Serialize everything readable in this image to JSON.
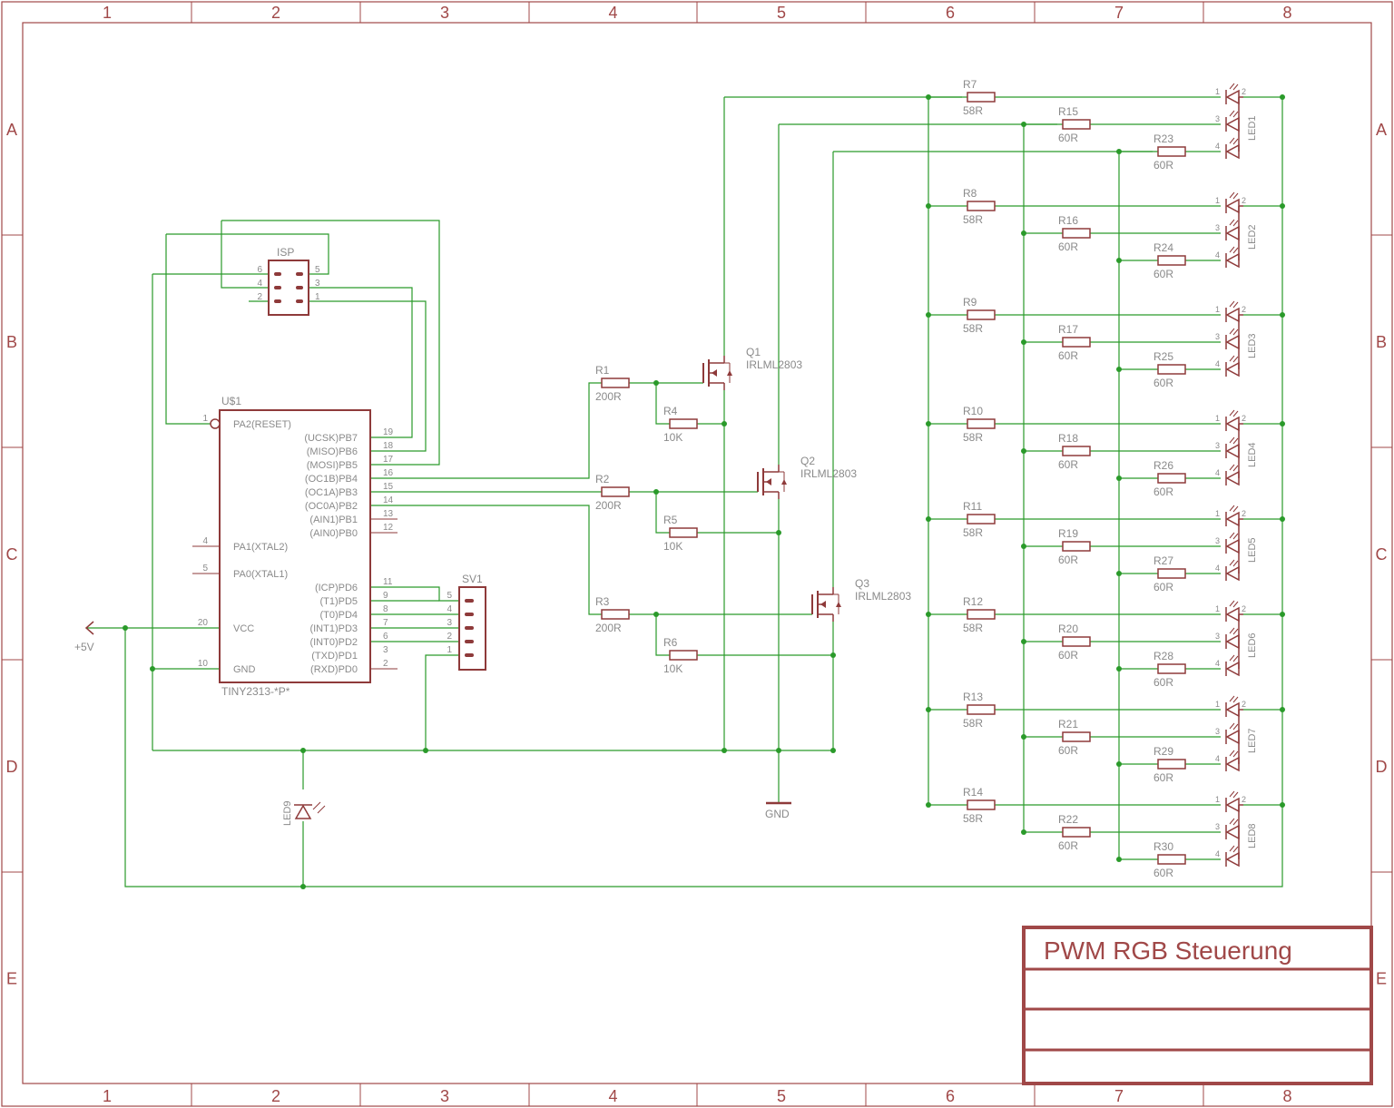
{
  "frame": {
    "columns": [
      "1",
      "2",
      "3",
      "4",
      "5",
      "6",
      "7",
      "8"
    ],
    "rows": [
      "A",
      "B",
      "C",
      "D",
      "E"
    ]
  },
  "colors": {
    "frame": "#a04848",
    "wire": "#2a9a2a",
    "part": "#8e3a3a",
    "label": "#8a8a8a"
  },
  "title_block": {
    "title": "PWM RGB Steuerung"
  },
  "isp": {
    "name": "ISP",
    "pins_left": [
      "6",
      "4",
      "2"
    ],
    "pins_right": [
      "5",
      "3",
      "1"
    ]
  },
  "mcu": {
    "name": "U$1",
    "value": "TINY2313-*P*",
    "pins": [
      {
        "num": "1",
        "label": "PA2(RESET)",
        "side": "left"
      },
      {
        "num": "4",
        "label": "PA1(XTAL2)",
        "side": "left"
      },
      {
        "num": "5",
        "label": "PA0(XTAL1)",
        "side": "left"
      },
      {
        "num": "20",
        "label": "VCC",
        "side": "left"
      },
      {
        "num": "10",
        "label": "GND",
        "side": "left"
      },
      {
        "num": "19",
        "label": "(UCSK)PB7",
        "side": "right"
      },
      {
        "num": "18",
        "label": "(MISO)PB6",
        "side": "right"
      },
      {
        "num": "17",
        "label": "(MOSI)PB5",
        "side": "right"
      },
      {
        "num": "16",
        "label": "(OC1B)PB4",
        "side": "right"
      },
      {
        "num": "15",
        "label": "(OC1A)PB3",
        "side": "right"
      },
      {
        "num": "14",
        "label": "(OC0A)PB2",
        "side": "right"
      },
      {
        "num": "13",
        "label": "(AIN1)PB1",
        "side": "right"
      },
      {
        "num": "12",
        "label": "(AIN0)PB0",
        "side": "right"
      },
      {
        "num": "11",
        "label": "(ICP)PD6",
        "side": "right"
      },
      {
        "num": "9",
        "label": "(T1)PD5",
        "side": "right"
      },
      {
        "num": "8",
        "label": "(T0)PD4",
        "side": "right"
      },
      {
        "num": "7",
        "label": "(INT1)PD3",
        "side": "right"
      },
      {
        "num": "6",
        "label": "(INT0)PD2",
        "side": "right"
      },
      {
        "num": "3",
        "label": "(TXD)PD1",
        "side": "right"
      },
      {
        "num": "2",
        "label": "(RXD)PD0",
        "side": "right"
      }
    ]
  },
  "sv1": {
    "name": "SV1",
    "pins": [
      "5",
      "4",
      "3",
      "2",
      "1"
    ]
  },
  "supply": {
    "vcc_label": "+5V",
    "gnd_label": "GND"
  },
  "status_led": {
    "name": "LED9"
  },
  "gate_resistors": [
    {
      "name": "R1",
      "value": "200R"
    },
    {
      "name": "R2",
      "value": "200R"
    },
    {
      "name": "R3",
      "value": "200R"
    }
  ],
  "pulldown_resistors": [
    {
      "name": "R4",
      "value": "10K"
    },
    {
      "name": "R5",
      "value": "10K"
    },
    {
      "name": "R6",
      "value": "10K"
    }
  ],
  "mosfets": [
    {
      "name": "Q1",
      "value": "IRLML2803"
    },
    {
      "name": "Q2",
      "value": "IRLML2803"
    },
    {
      "name": "Q3",
      "value": "IRLML2803"
    }
  ],
  "led_rows": [
    {
      "led": "LED1",
      "r_a": "R7",
      "r_b": "R15",
      "r_c": "R23"
    },
    {
      "led": "LED2",
      "r_a": "R8",
      "r_b": "R16",
      "r_c": "R24"
    },
    {
      "led": "LED3",
      "r_a": "R9",
      "r_b": "R17",
      "r_c": "R25"
    },
    {
      "led": "LED4",
      "r_a": "R10",
      "r_b": "R18",
      "r_c": "R26"
    },
    {
      "led": "LED5",
      "r_a": "R11",
      "r_b": "R19",
      "r_c": "R27"
    },
    {
      "led": "LED6",
      "r_a": "R12",
      "r_b": "R20",
      "r_c": "R28"
    },
    {
      "led": "LED7",
      "r_a": "R13",
      "r_b": "R21",
      "r_c": "R29"
    },
    {
      "led": "LED8",
      "r_a": "R14",
      "r_b": "R22",
      "r_c": "R30"
    }
  ],
  "led_values": {
    "a": "58R",
    "b": "60R",
    "c": "60R"
  },
  "rgb_led_pins": [
    "1",
    "2",
    "3",
    "4"
  ]
}
